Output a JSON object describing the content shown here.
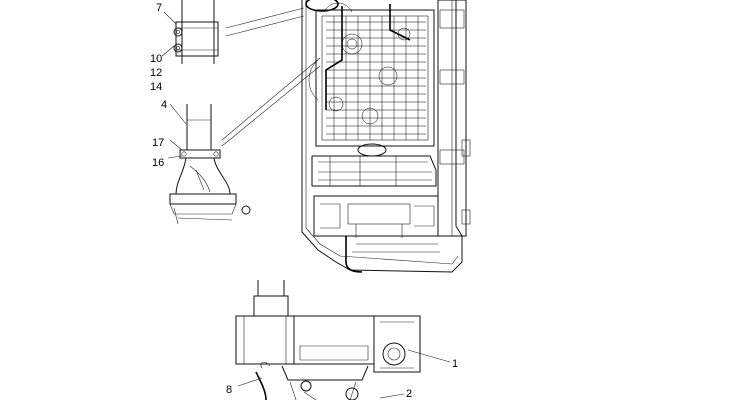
{
  "diagram": {
    "callouts": [
      {
        "id": "c7",
        "label": "7"
      },
      {
        "id": "c10",
        "label": "10"
      },
      {
        "id": "c12",
        "label": "12"
      },
      {
        "id": "c14",
        "label": "14"
      },
      {
        "id": "c4",
        "label": "4"
      },
      {
        "id": "c17",
        "label": "17"
      },
      {
        "id": "c16",
        "label": "16"
      },
      {
        "id": "c8",
        "label": "8"
      },
      {
        "id": "c1",
        "label": "1"
      },
      {
        "id": "c2",
        "label": "2"
      }
    ]
  }
}
